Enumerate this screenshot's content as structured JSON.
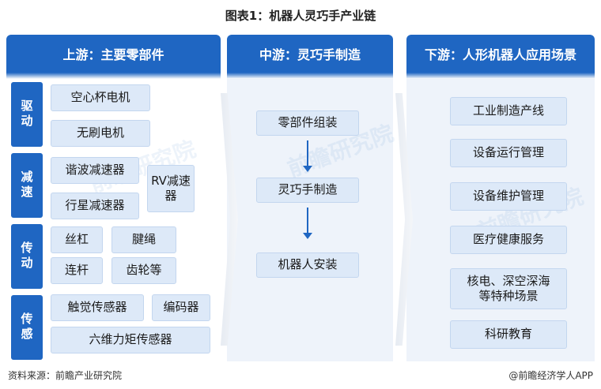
{
  "title": "图表1：机器人灵巧手产业链",
  "headers": {
    "upstream": "上游：主要零部件",
    "midstream": "中游：灵巧手制造",
    "downstream": "下游：人形机器人应用场景"
  },
  "upstream": {
    "categories": [
      {
        "label": "驱动",
        "items": [
          "空心杯电机",
          "无刷电机"
        ]
      },
      {
        "label": "减速",
        "items": [
          "谐波减速器",
          "行星减速器",
          "RV减速器"
        ]
      },
      {
        "label": "传动",
        "items": [
          "丝杠",
          "腱绳",
          "连杆",
          "齿轮等"
        ]
      },
      {
        "label": "传感",
        "items": [
          "触觉传感器",
          "编码器",
          "六维力矩传感器"
        ]
      }
    ]
  },
  "midstream": {
    "steps": [
      "零部件组装",
      "灵巧手制造",
      "机器人安装"
    ]
  },
  "downstream": {
    "scenes": [
      "工业制造产线",
      "设备运行管理",
      "设备维护管理",
      "医疗健康服务",
      "核电、深空深海等特种场景",
      "科研教育"
    ]
  },
  "footer": {
    "source": "资料来源：前瞻产业研究院",
    "credit": "@前瞻经济学人APP"
  },
  "watermark": "前瞻研究院",
  "colors": {
    "header": "#1f66c2",
    "box_fill": "#dde9f8",
    "panel": "#eef3fa"
  }
}
